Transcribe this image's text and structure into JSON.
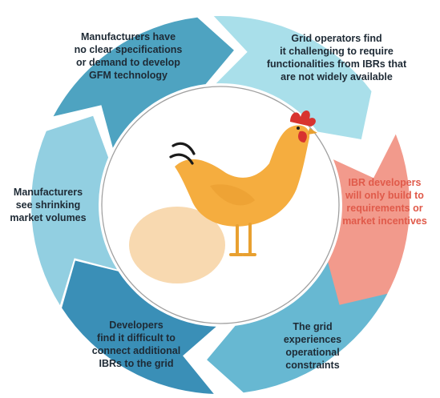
{
  "diagram": {
    "segments": [
      {
        "id": "manufacturers-no-specs",
        "color": "#4ea3c1",
        "lines": [
          "Manufacturers have",
          "no clear specifications",
          "or demand to develop",
          "GFM technology"
        ]
      },
      {
        "id": "grid-operators",
        "color": "#a9dfea",
        "lines": [
          "Grid operators find",
          "it challenging to require",
          "functionalities from IBRs that",
          "are not widely available"
        ]
      },
      {
        "id": "ibr-developers",
        "color": "#f29a8c",
        "highlight": true,
        "text_color": "#e05a4a",
        "lines": [
          "IBR developers",
          "will only build to",
          "requirements or",
          "market incentives"
        ]
      },
      {
        "id": "grid-constraints",
        "color": "#67b8d2",
        "lines": [
          "The grid",
          "experiences",
          "operational",
          "constraints"
        ]
      },
      {
        "id": "developers-connect",
        "color": "#3a8fb7",
        "lines": [
          "Developers",
          "find it difficult to",
          "connect additional",
          "IBRs to the grid"
        ]
      },
      {
        "id": "manufacturers-shrinking",
        "color": "#92cfe1",
        "lines": [
          "Manufacturers",
          "see shrinking",
          "market volumes"
        ]
      }
    ],
    "center": {
      "chicken_color": "#f5ad3f",
      "comb_color": "#d8332f",
      "egg_color": "#f8d9b0",
      "ring_color": "#9a9a9a"
    }
  }
}
